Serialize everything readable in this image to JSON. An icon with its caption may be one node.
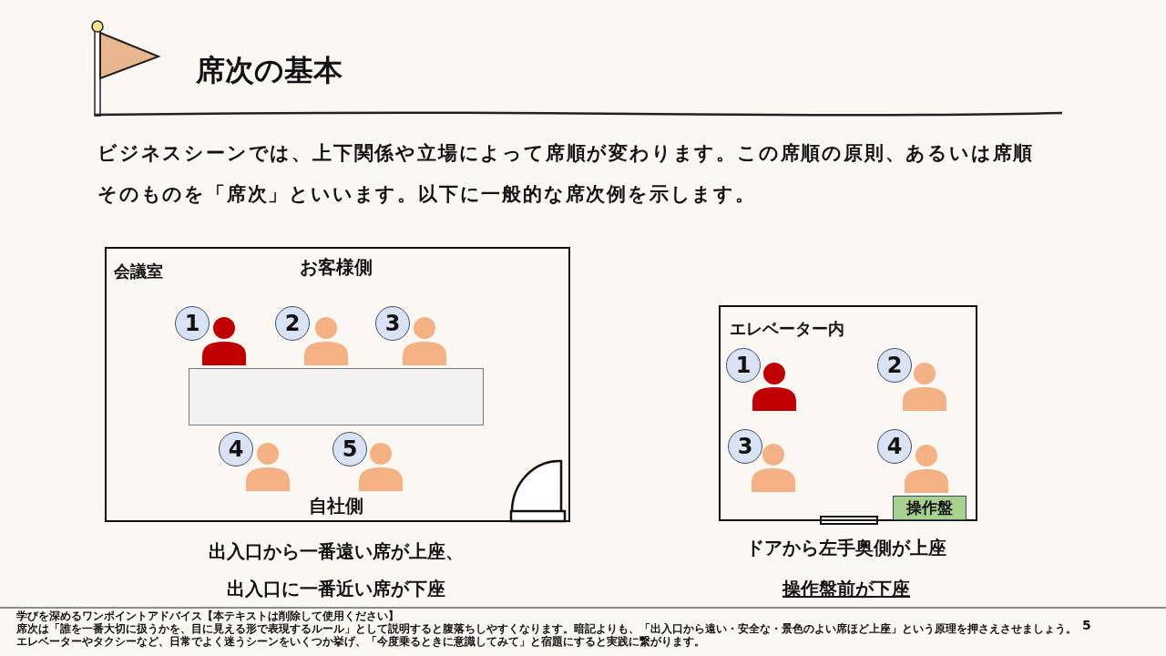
{
  "diagram": {
    "title": "席次の基本",
    "nodes": [
      {
        "text": [
          "会議室",
          "お客様側",
          "自社側"
        ]
      },
      {
        "text": [],
        "shape": "box",
        "in": 0
      },
      {
        "text": [
          "1"
        ],
        "in": 0
      },
      {
        "text": [
          "2"
        ],
        "in": 0
      },
      {
        "text": [
          "3"
        ],
        "in": 0
      },
      {
        "text": [
          "4"
        ],
        "in": 0
      },
      {
        "text": [
          "5"
        ],
        "in": 0
      },
      {
        "text": [
          "エレベーター内"
        ]
      },
      {
        "text": [
          "1"
        ],
        "in": 7
      },
      {
        "text": [
          "2"
        ],
        "in": 7
      },
      {
        "text": [
          "3"
        ],
        "in": 7
      },
      {
        "text": [
          "4"
        ],
        "in": 7
      },
      {
        "text": [
          "操作盤"
        ],
        "in": 7
      }
    ],
    "labels": [
      "ビジネスシーンでは、上下関係や立場によって席順が変わります。この席順の原則、あるいは席順そのものを「席次」といいます。以下に一般的な席次例を示します。",
      "出入口から一番遠い席が上座、",
      "出入口に一番近い席が下座",
      "ドアから左手奥側が上座",
      "操作盤前が下座",
      "学びを深めるワンポイントアドバイス【本テキストは削除して使用ください】",
      "席次は「誰を一番大切に扱うかを、目に見える形で表現するルール」として説明すると腹落ちしやすくなります。暗記よりも、「出入口から遠い・安全な・景色のよい席ほど上座」という原理を押さえさせましょう。",
      "エレベーターやタクシーなど、日常でよく迷うシーンをいくつか挙げ、「今度乗るときに意識してみて」と宿題にすると実践に繋がります。",
      "5"
    ]
  }
}
